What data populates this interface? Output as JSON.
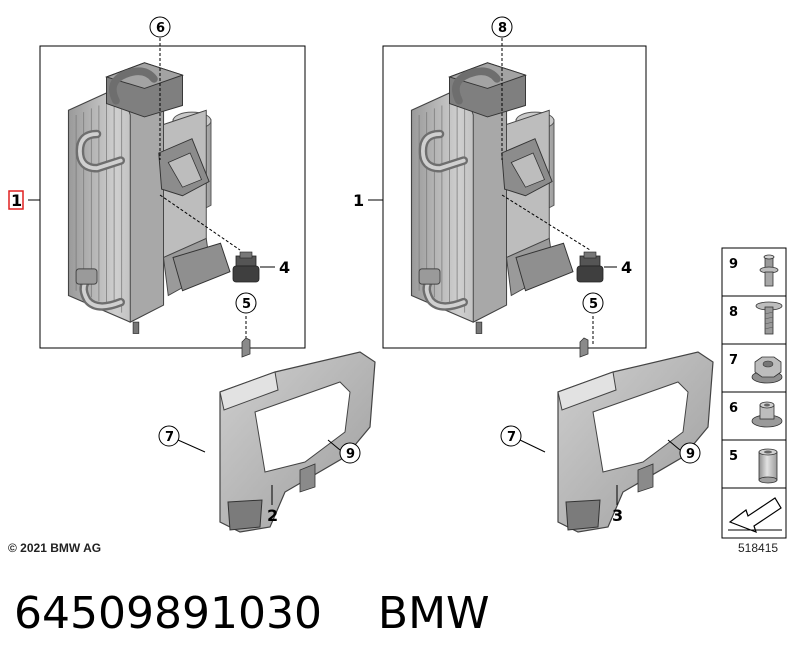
{
  "callouts": {
    "c1_left": "1",
    "c1_right": "1",
    "c2": "2",
    "c3": "3",
    "c4_left": "4",
    "c4_right": "4",
    "c5_left": "5",
    "c5_right": "5",
    "c6": "6",
    "c7_left": "7",
    "c7_right": "7",
    "c8": "8",
    "c9_left": "9",
    "c9_right": "9"
  },
  "legend": {
    "items": [
      {
        "number": "9",
        "icon": "bolt-9-icon"
      },
      {
        "number": "8",
        "icon": "bolt-8-icon"
      },
      {
        "number": "7",
        "icon": "hex-nut-icon"
      },
      {
        "number": "6",
        "icon": "flange-nut-icon"
      },
      {
        "number": "5",
        "icon": "sleeve-icon"
      }
    ],
    "arrow_icon": "direction-arrow-icon"
  },
  "footer": {
    "copyright": "© 2021 BMW AG",
    "image_number": "518415"
  },
  "part": {
    "number": "64509891030",
    "brand": "BMW"
  },
  "colors": {
    "highlight": "#e02020",
    "part_fill": "#b8b8b8",
    "part_dark": "#8a8a8a",
    "part_light": "#d9d9d9"
  }
}
